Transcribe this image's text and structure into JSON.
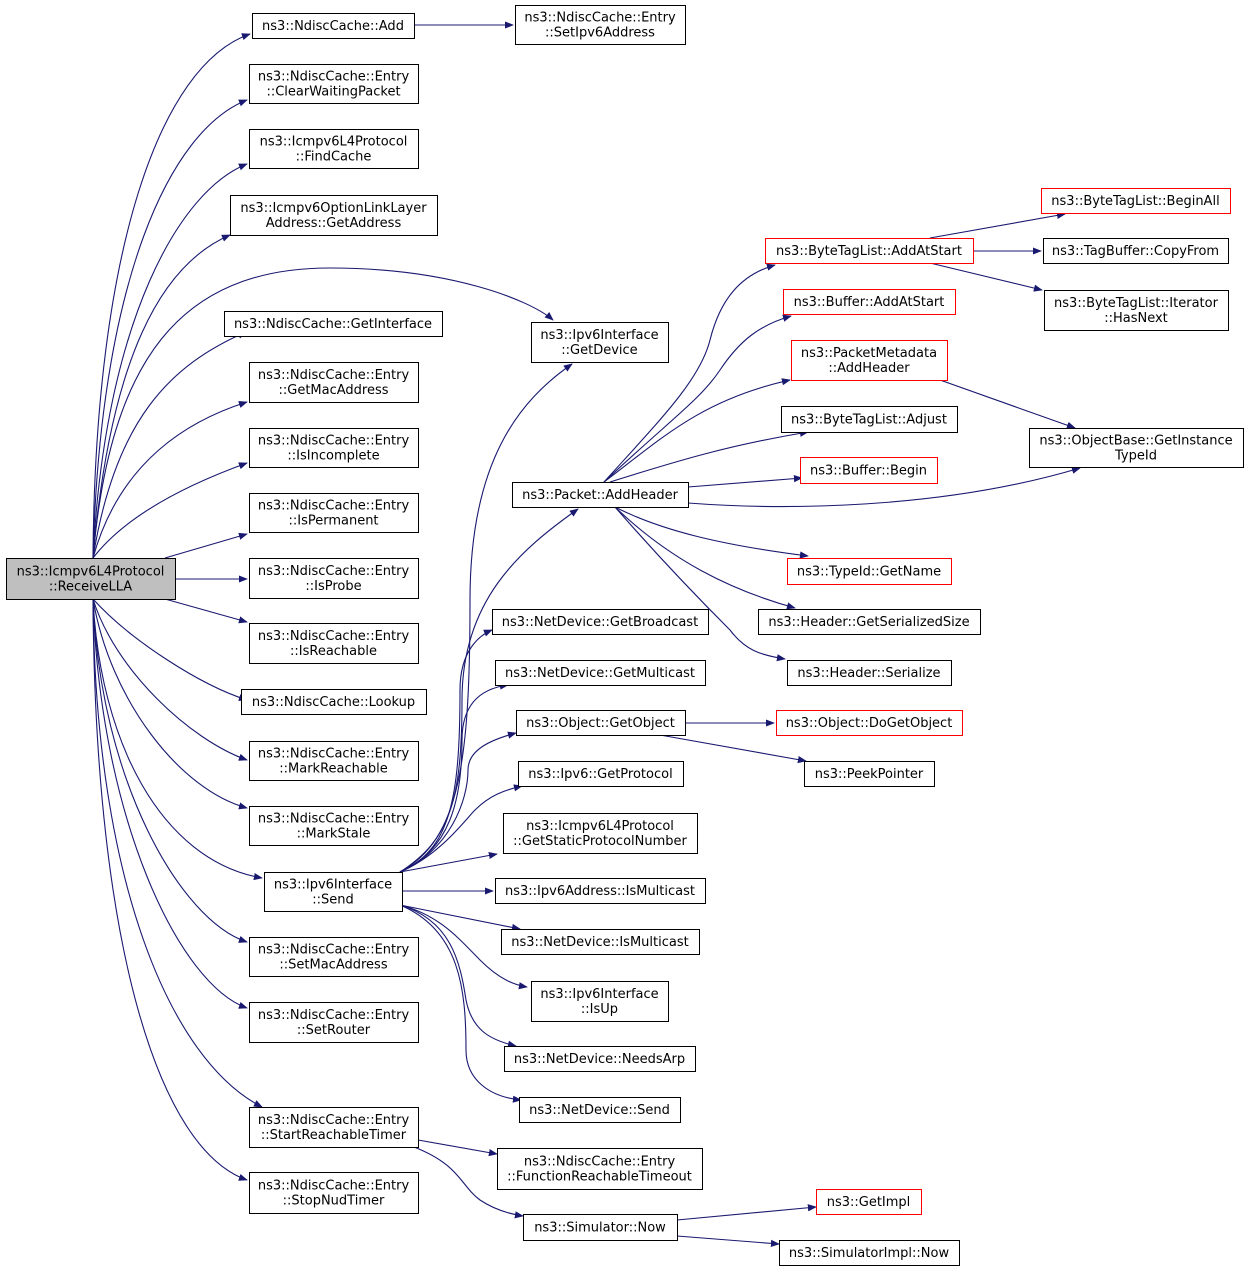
{
  "nodes": [
    {
      "id": "root",
      "lines": [
        "ns3::Icmpv6L4Protocol",
        "::ReceiveLLA"
      ],
      "root": true
    },
    {
      "id": "n_add",
      "lines": [
        "ns3::NdiscCache::Add"
      ]
    },
    {
      "id": "n_setipv6",
      "lines": [
        "ns3::NdiscCache::Entry",
        "::SetIpv6Address"
      ]
    },
    {
      "id": "n_clearwait",
      "lines": [
        "ns3::NdiscCache::Entry",
        "::ClearWaitingPacket"
      ]
    },
    {
      "id": "n_findcache",
      "lines": [
        "ns3::Icmpv6L4Protocol",
        "::FindCache"
      ]
    },
    {
      "id": "n_optgetaddr",
      "lines": [
        "ns3::Icmpv6OptionLinkLayer",
        "Address::GetAddress"
      ]
    },
    {
      "id": "n_getif",
      "lines": [
        "ns3::NdiscCache::GetInterface"
      ]
    },
    {
      "id": "n_getmac",
      "lines": [
        "ns3::NdiscCache::Entry",
        "::GetMacAddress"
      ]
    },
    {
      "id": "n_isincomplete",
      "lines": [
        "ns3::NdiscCache::Entry",
        "::IsIncomplete"
      ]
    },
    {
      "id": "n_ispermanent",
      "lines": [
        "ns3::NdiscCache::Entry",
        "::IsPermanent"
      ]
    },
    {
      "id": "n_isprobe",
      "lines": [
        "ns3::NdiscCache::Entry",
        "::IsProbe"
      ]
    },
    {
      "id": "n_isreachable",
      "lines": [
        "ns3::NdiscCache::Entry",
        "::IsReachable"
      ]
    },
    {
      "id": "n_lookup",
      "lines": [
        "ns3::NdiscCache::Lookup"
      ]
    },
    {
      "id": "n_markreach",
      "lines": [
        "ns3::NdiscCache::Entry",
        "::MarkReachable"
      ]
    },
    {
      "id": "n_markstale",
      "lines": [
        "ns3::NdiscCache::Entry",
        "::MarkStale"
      ]
    },
    {
      "id": "n_ifsend",
      "lines": [
        "ns3::Ipv6Interface",
        "::Send"
      ]
    },
    {
      "id": "n_setmac",
      "lines": [
        "ns3::NdiscCache::Entry",
        "::SetMacAddress"
      ]
    },
    {
      "id": "n_setrouter",
      "lines": [
        "ns3::NdiscCache::Entry",
        "::SetRouter"
      ]
    },
    {
      "id": "n_startreach",
      "lines": [
        "ns3::NdiscCache::Entry",
        "::StartReachableTimer"
      ]
    },
    {
      "id": "n_stopnud",
      "lines": [
        "ns3::NdiscCache::Entry",
        "::StopNudTimer"
      ]
    },
    {
      "id": "n_getdevice",
      "lines": [
        "ns3::Ipv6Interface",
        "::GetDevice"
      ]
    },
    {
      "id": "n_pktaddhdr",
      "lines": [
        "ns3::Packet::AddHeader"
      ]
    },
    {
      "id": "n_getbcast",
      "lines": [
        "ns3::NetDevice::GetBroadcast"
      ]
    },
    {
      "id": "n_getmcast",
      "lines": [
        "ns3::NetDevice::GetMulticast"
      ]
    },
    {
      "id": "n_getobject",
      "lines": [
        "ns3::Object::GetObject"
      ]
    },
    {
      "id": "n_getproto",
      "lines": [
        "ns3::Ipv6::GetProtocol"
      ]
    },
    {
      "id": "n_staticproto",
      "lines": [
        "ns3::Icmpv6L4Protocol",
        "::GetStaticProtocolNumber"
      ]
    },
    {
      "id": "n_ismcastaddr",
      "lines": [
        "ns3::Ipv6Address::IsMulticast"
      ]
    },
    {
      "id": "n_ismcastdev",
      "lines": [
        "ns3::NetDevice::IsMulticast"
      ]
    },
    {
      "id": "n_isup",
      "lines": [
        "ns3::Ipv6Interface",
        "::IsUp"
      ]
    },
    {
      "id": "n_needsarp",
      "lines": [
        "ns3::NetDevice::NeedsArp"
      ]
    },
    {
      "id": "n_devsend",
      "lines": [
        "ns3::NetDevice::Send"
      ]
    },
    {
      "id": "n_fnreach",
      "lines": [
        "ns3::NdiscCache::Entry",
        "::FunctionReachableTimeout"
      ]
    },
    {
      "id": "n_simnow",
      "lines": [
        "ns3::Simulator::Now"
      ]
    },
    {
      "id": "n_btaddatstart",
      "lines": [
        "ns3::ByteTagList::AddAtStart"
      ],
      "red": true
    },
    {
      "id": "n_bufaddatstart",
      "lines": [
        "ns3::Buffer::AddAtStart"
      ],
      "red": true
    },
    {
      "id": "n_pmaddhdr",
      "lines": [
        "ns3::PacketMetadata",
        "::AddHeader"
      ],
      "red": true
    },
    {
      "id": "n_btadjust",
      "lines": [
        "ns3::ByteTagList::Adjust"
      ]
    },
    {
      "id": "n_bufbegin",
      "lines": [
        "ns3::Buffer::Begin"
      ],
      "red": true
    },
    {
      "id": "n_typeidname",
      "lines": [
        "ns3::TypeId::GetName"
      ],
      "red": true
    },
    {
      "id": "n_hdrsize",
      "lines": [
        "ns3::Header::GetSerializedSize"
      ]
    },
    {
      "id": "n_hdrser",
      "lines": [
        "ns3::Header::Serialize"
      ]
    },
    {
      "id": "n_dogetobj",
      "lines": [
        "ns3::Object::DoGetObject"
      ],
      "red": true
    },
    {
      "id": "n_peekptr",
      "lines": [
        "ns3::PeekPointer"
      ]
    },
    {
      "id": "n_getimpl",
      "lines": [
        "ns3::GetImpl"
      ],
      "red": true
    },
    {
      "id": "n_simimplnow",
      "lines": [
        "ns3::SimulatorImpl::Now"
      ]
    },
    {
      "id": "n_btbeginall",
      "lines": [
        "ns3::ByteTagList::BeginAll"
      ],
      "red": true
    },
    {
      "id": "n_tbcopy",
      "lines": [
        "ns3::TagBuffer::CopyFrom"
      ]
    },
    {
      "id": "n_bthasnext",
      "lines": [
        "ns3::ByteTagList::Iterator",
        "::HasNext"
      ]
    },
    {
      "id": "n_getinsttid",
      "lines": [
        "ns3::ObjectBase::GetInstance",
        "TypeId"
      ]
    }
  ],
  "edges": [
    [
      "root",
      "n_add"
    ],
    [
      "root",
      "n_clearwait"
    ],
    [
      "root",
      "n_findcache"
    ],
    [
      "root",
      "n_optgetaddr"
    ],
    [
      "root",
      "n_getdevice"
    ],
    [
      "root",
      "n_getif"
    ],
    [
      "root",
      "n_getmac"
    ],
    [
      "root",
      "n_isincomplete"
    ],
    [
      "root",
      "n_ispermanent"
    ],
    [
      "root",
      "n_isprobe"
    ],
    [
      "root",
      "n_isreachable"
    ],
    [
      "root",
      "n_lookup"
    ],
    [
      "root",
      "n_markreach"
    ],
    [
      "root",
      "n_markstale"
    ],
    [
      "root",
      "n_ifsend"
    ],
    [
      "root",
      "n_setmac"
    ],
    [
      "root",
      "n_setrouter"
    ],
    [
      "root",
      "n_startreach"
    ],
    [
      "root",
      "n_stopnud"
    ],
    [
      "n_add",
      "n_setipv6"
    ],
    [
      "n_ifsend",
      "n_getdevice"
    ],
    [
      "n_ifsend",
      "n_pktaddhdr"
    ],
    [
      "n_ifsend",
      "n_getbcast"
    ],
    [
      "n_ifsend",
      "n_getmcast"
    ],
    [
      "n_ifsend",
      "n_getobject"
    ],
    [
      "n_ifsend",
      "n_getproto"
    ],
    [
      "n_ifsend",
      "n_staticproto"
    ],
    [
      "n_ifsend",
      "n_ismcastaddr"
    ],
    [
      "n_ifsend",
      "n_ismcastdev"
    ],
    [
      "n_ifsend",
      "n_isup"
    ],
    [
      "n_ifsend",
      "n_needsarp"
    ],
    [
      "n_ifsend",
      "n_devsend"
    ],
    [
      "n_pktaddhdr",
      "n_btaddatstart"
    ],
    [
      "n_pktaddhdr",
      "n_bufaddatstart"
    ],
    [
      "n_pktaddhdr",
      "n_pmaddhdr"
    ],
    [
      "n_pktaddhdr",
      "n_btadjust"
    ],
    [
      "n_pktaddhdr",
      "n_bufbegin"
    ],
    [
      "n_pktaddhdr",
      "n_getinsttid"
    ],
    [
      "n_pktaddhdr",
      "n_typeidname"
    ],
    [
      "n_pktaddhdr",
      "n_hdrsize"
    ],
    [
      "n_pktaddhdr",
      "n_hdrser"
    ],
    [
      "n_btaddatstart",
      "n_btbeginall"
    ],
    [
      "n_btaddatstart",
      "n_tbcopy"
    ],
    [
      "n_btaddatstart",
      "n_bthasnext"
    ],
    [
      "n_pmaddhdr",
      "n_getinsttid"
    ],
    [
      "n_getobject",
      "n_dogetobj"
    ],
    [
      "n_getobject",
      "n_peekptr"
    ],
    [
      "n_startreach",
      "n_fnreach"
    ],
    [
      "n_startreach",
      "n_simnow"
    ],
    [
      "n_simnow",
      "n_getimpl"
    ],
    [
      "n_simnow",
      "n_simimplnow"
    ]
  ]
}
